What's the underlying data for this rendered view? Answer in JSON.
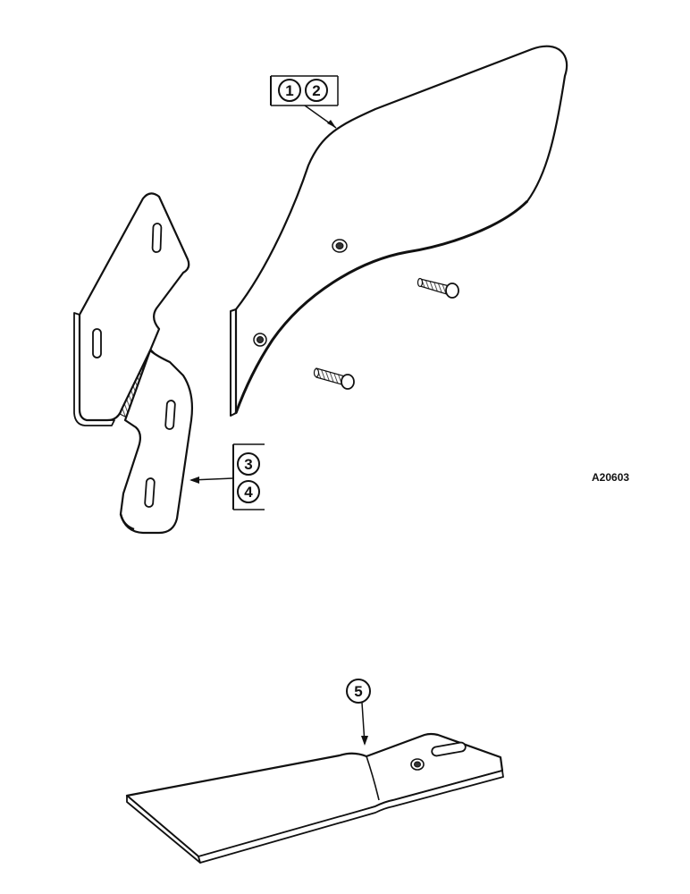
{
  "figure_id": "A20603",
  "callouts": {
    "top_pair": [
      "1",
      "2"
    ],
    "bracket_left": [
      "3",
      "4"
    ],
    "bottom": "5"
  }
}
